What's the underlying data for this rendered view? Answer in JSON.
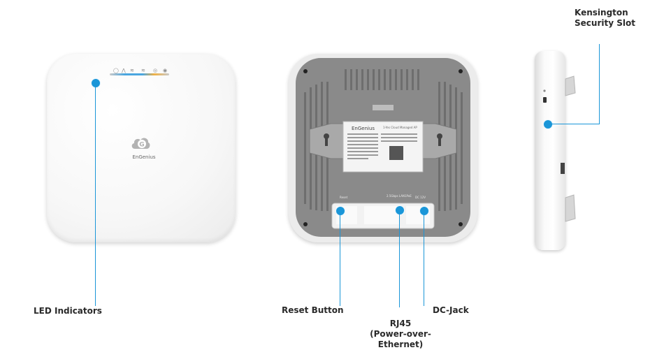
{
  "callouts": {
    "led": "LED Indicators",
    "reset": "Reset Button",
    "rj45_line1": "RJ45",
    "rj45_line2": "(Power-over-Ethernet)",
    "dc": "DC-Jack",
    "kensington_line1": "Kensington",
    "kensington_line2": "Security Slot"
  },
  "device": {
    "brand": "EnGenius",
    "label_title": "1-Yes Cloud Managed AP",
    "port_labels": [
      "Reset",
      "2.5Gbps LAN1PoE",
      "DC 12V"
    ]
  },
  "colors": {
    "accent": "#1a96d8",
    "device_white": "#f7f7f7",
    "back_grey": "#8a8a8a"
  }
}
